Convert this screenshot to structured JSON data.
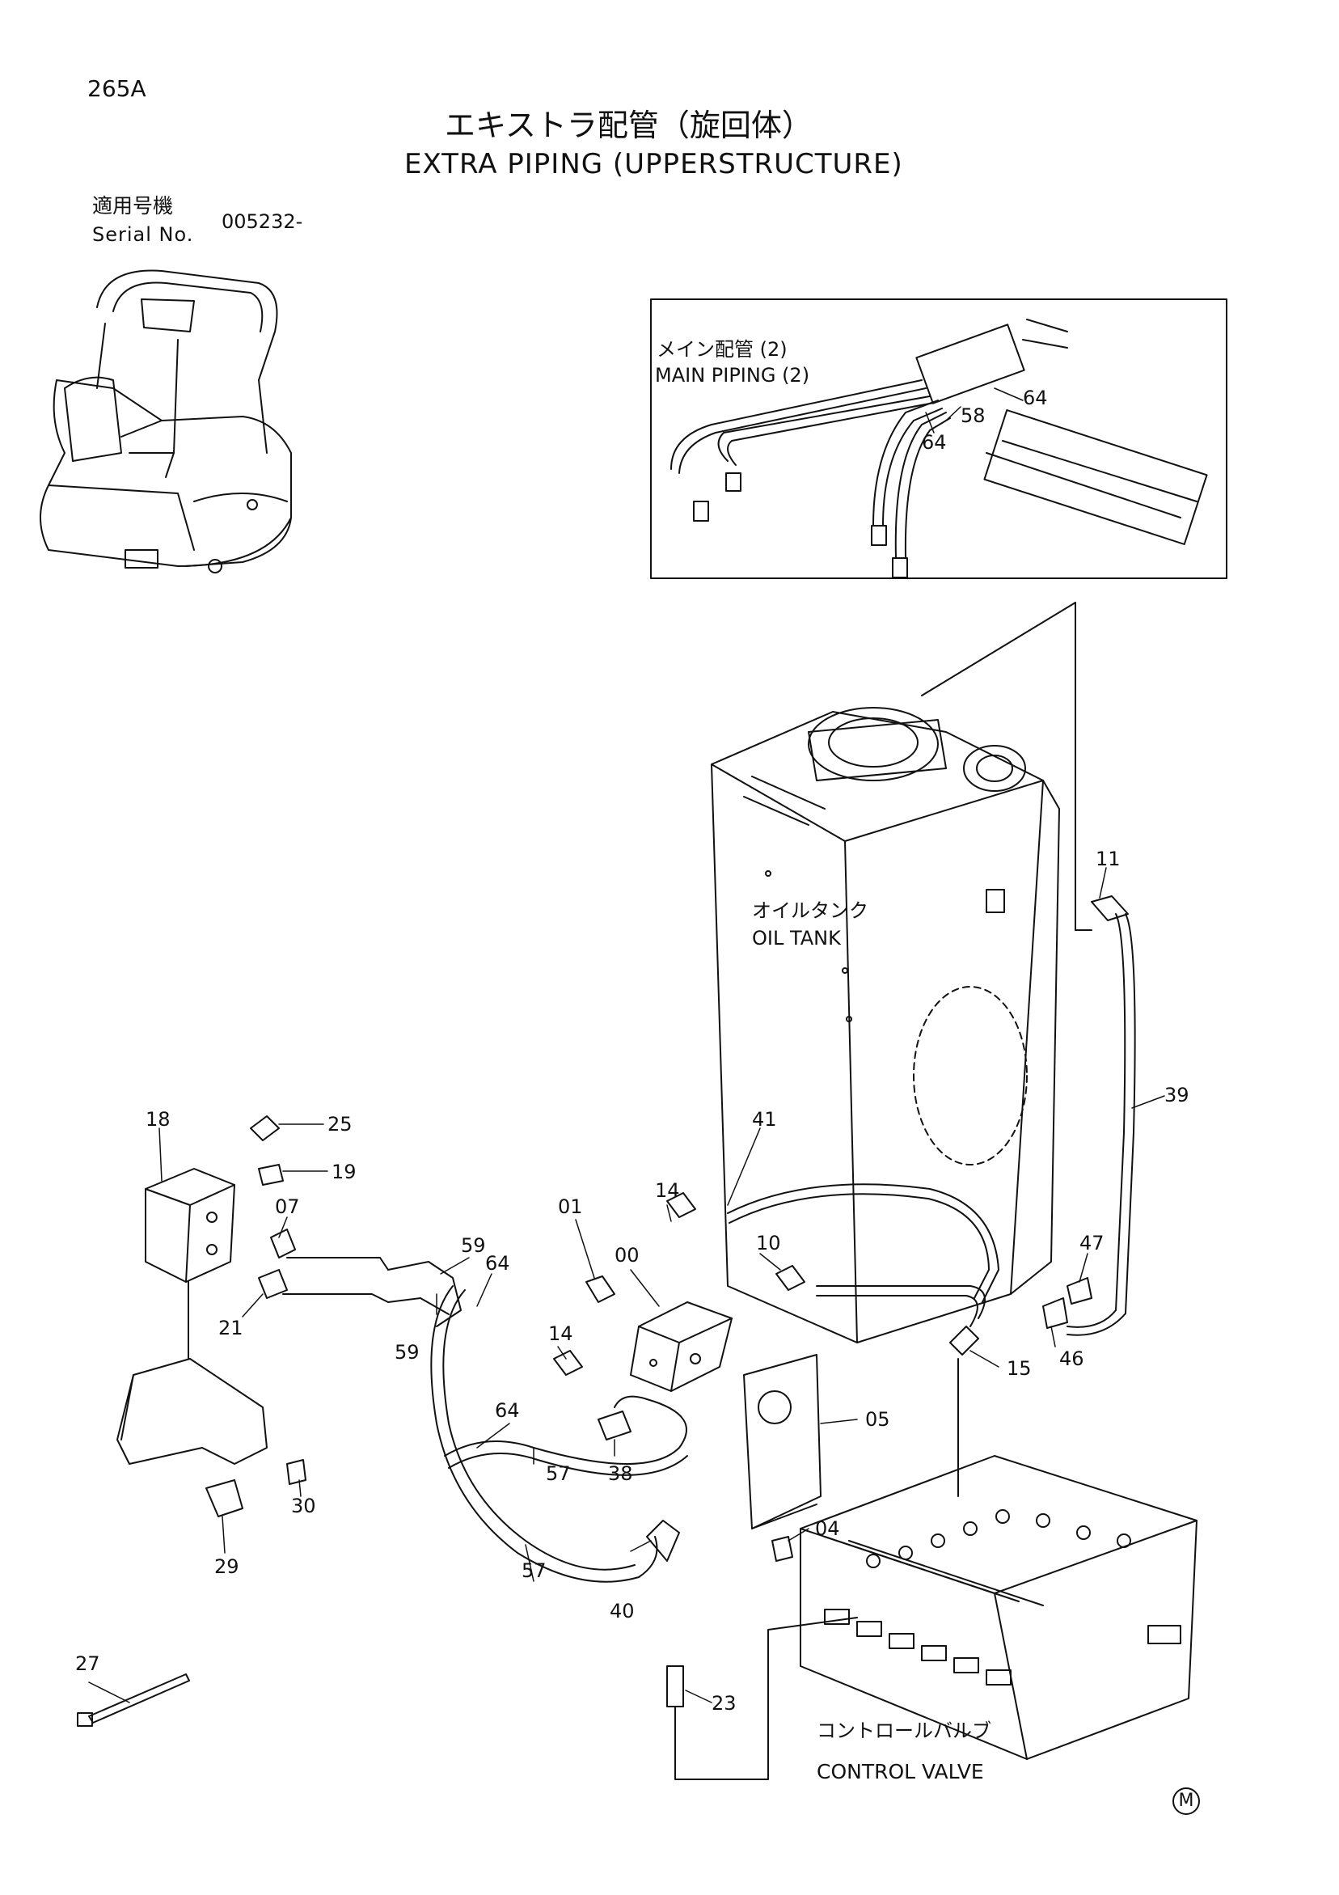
{
  "page_id": "265A",
  "title_jp": "エキストラ配管（旋回体）",
  "title_en": "EXTRA PIPING (UPPERSTRUCTURE)",
  "serial": {
    "label_jp": "適用号機",
    "label_en": "Serial No.",
    "value": "005232-"
  },
  "labels": {
    "main_piping_jp": "メイン配管 (2)",
    "main_piping_en": "MAIN PIPING (2)",
    "oil_tank_jp": "オイルタンク",
    "oil_tank_en": "OIL TANK",
    "control_valve_jp": "コントロールバルブ",
    "control_valve_en": "CONTROL VALVE",
    "corner_mark": "M"
  },
  "callouts": [
    {
      "id": "c-58",
      "text": "58"
    },
    {
      "id": "c-64a",
      "text": "64"
    },
    {
      "id": "c-64b",
      "text": "64"
    },
    {
      "id": "c-11",
      "text": "11"
    },
    {
      "id": "c-39",
      "text": "39"
    },
    {
      "id": "c-41",
      "text": "41"
    },
    {
      "id": "c-18",
      "text": "18"
    },
    {
      "id": "c-25",
      "text": "25"
    },
    {
      "id": "c-19",
      "text": "19"
    },
    {
      "id": "c-07",
      "text": "07"
    },
    {
      "id": "c-21",
      "text": "21"
    },
    {
      "id": "c-14a",
      "text": "14"
    },
    {
      "id": "c-01",
      "text": "01"
    },
    {
      "id": "c-00",
      "text": "00"
    },
    {
      "id": "c-10",
      "text": "10"
    },
    {
      "id": "c-59a",
      "text": "59"
    },
    {
      "id": "c-64c",
      "text": "64"
    },
    {
      "id": "c-59b",
      "text": "59"
    },
    {
      "id": "c-14b",
      "text": "14"
    },
    {
      "id": "c-47",
      "text": "47"
    },
    {
      "id": "c-46",
      "text": "46"
    },
    {
      "id": "c-15",
      "text": "15"
    },
    {
      "id": "c-05",
      "text": "05"
    },
    {
      "id": "c-64d",
      "text": "64"
    },
    {
      "id": "c-57a",
      "text": "57"
    },
    {
      "id": "c-38",
      "text": "38"
    },
    {
      "id": "c-04",
      "text": "04"
    },
    {
      "id": "c-30",
      "text": "30"
    },
    {
      "id": "c-29",
      "text": "29"
    },
    {
      "id": "c-57b",
      "text": "57"
    },
    {
      "id": "c-40",
      "text": "40"
    },
    {
      "id": "c-27",
      "text": "27"
    },
    {
      "id": "c-23",
      "text": "23"
    }
  ]
}
